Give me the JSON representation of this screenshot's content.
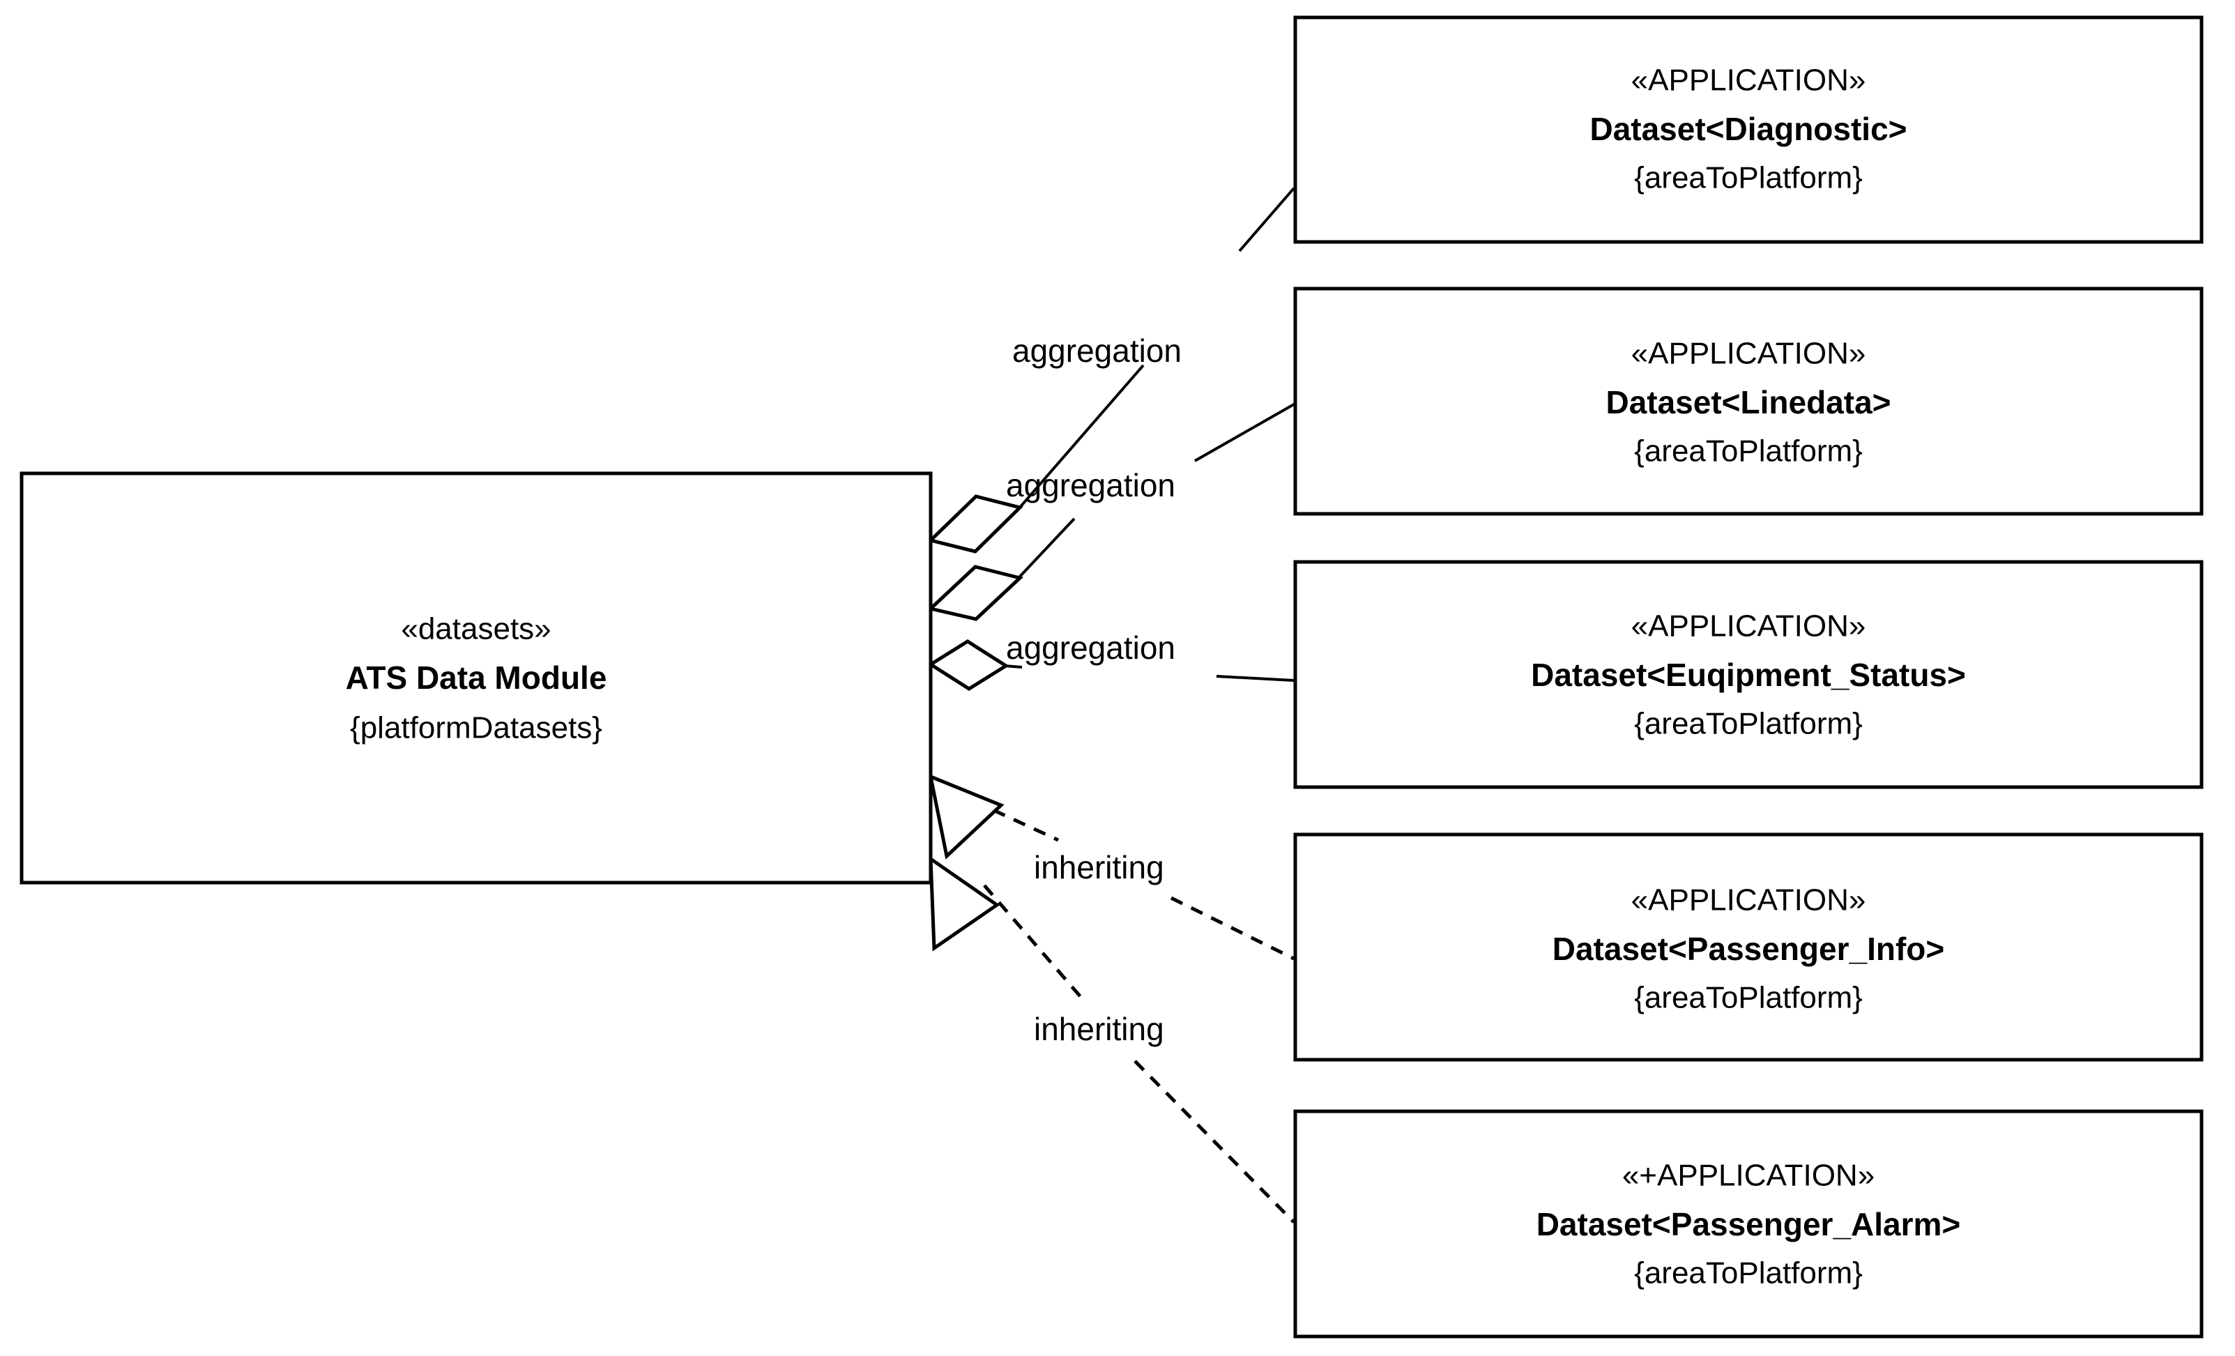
{
  "diagram": {
    "type": "uml-class-diagram",
    "background_color": "#ffffff",
    "stroke_color": "#000000",
    "source_node": {
      "stereotype": "«datasets»",
      "name": "ATS Data Module",
      "tagged_value": "{platformDatasets}"
    },
    "target_nodes": [
      {
        "stereotype": "«APPLICATION»",
        "name": "Dataset<Diagnostic>",
        "tagged_value": "{areaToPlatform}"
      },
      {
        "stereotype": "«APPLICATION»",
        "name": "Dataset<Linedata>",
        "tagged_value": "{areaToPlatform}"
      },
      {
        "stereotype": "«APPLICATION»",
        "name": "Dataset<Euqipment_Status>",
        "tagged_value": "{areaToPlatform}"
      },
      {
        "stereotype": "«APPLICATION»",
        "name": "Dataset<Passenger_Info>",
        "tagged_value": "{areaToPlatform}"
      },
      {
        "stereotype": "«+APPLICATION»",
        "name": "Dataset<Passenger_Alarm>",
        "tagged_value": "{areaToPlatform}"
      }
    ],
    "edge_labels": [
      {
        "text": "aggregation",
        "relationship": "aggregation"
      },
      {
        "text": "aggregation",
        "relationship": "aggregation"
      },
      {
        "text": "aggregation",
        "relationship": "aggregation"
      },
      {
        "text": "inheriting",
        "relationship": "generalization"
      },
      {
        "text": "inheriting",
        "relationship": "generalization"
      }
    ]
  }
}
